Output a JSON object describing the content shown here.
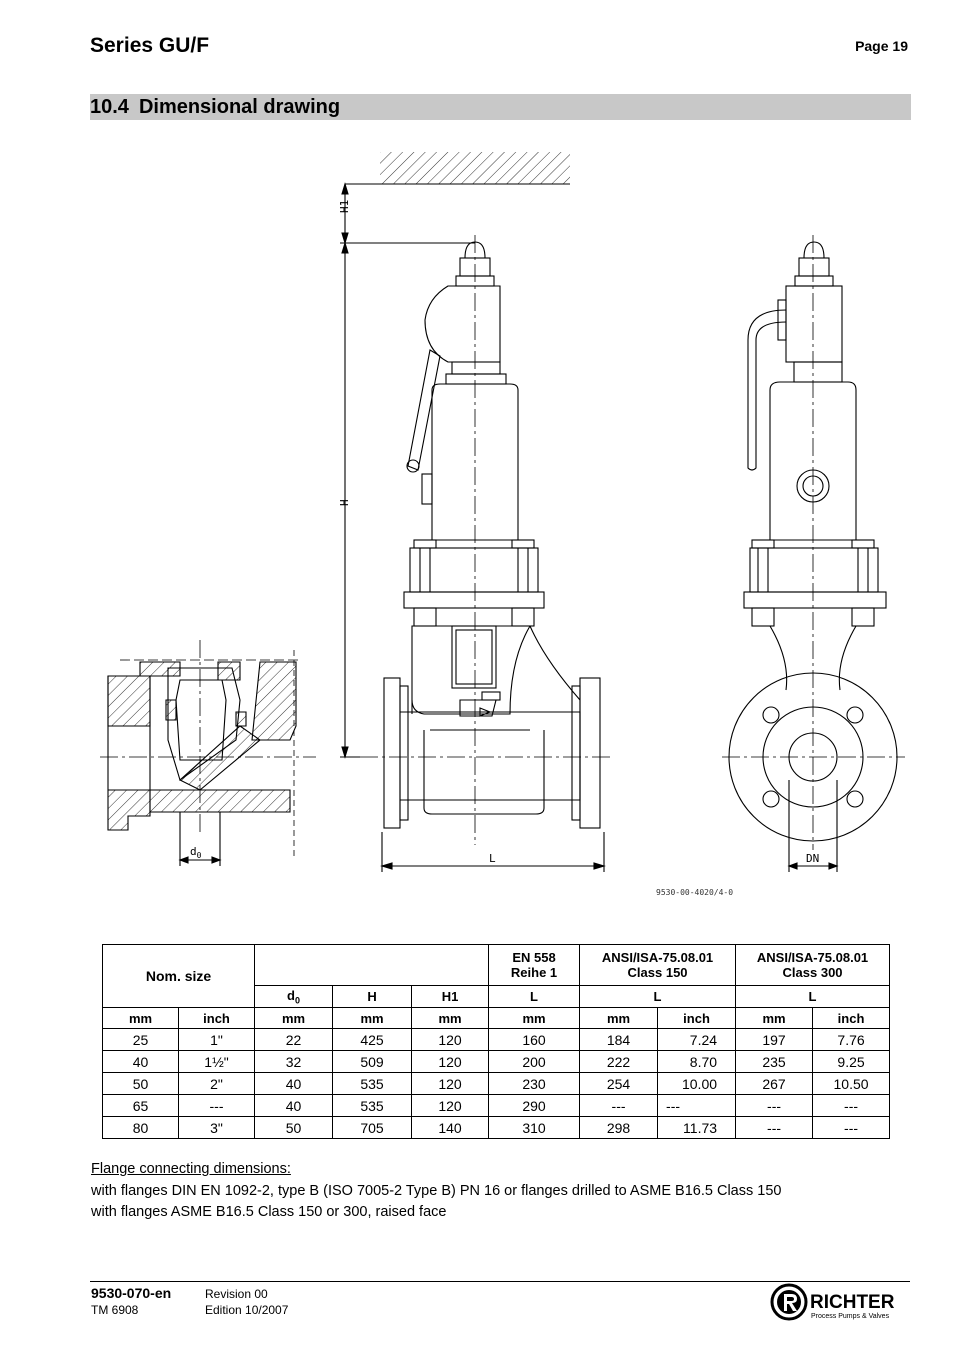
{
  "header": {
    "series": "Series GU/F",
    "page": "Page 19"
  },
  "section": {
    "number": "10.4",
    "title": "Dimensional drawing"
  },
  "drawing": {
    "labels": {
      "h1": "H1",
      "h": "H",
      "l": "L",
      "d0": "d",
      "d0_sub": "0",
      "dn": "DN"
    },
    "reference": "9530-00-4020/4-0"
  },
  "table": {
    "nom_size": "Nom. size",
    "en_title": "EN 558",
    "en_sub": "Reihe 1",
    "ansi150_title": "ANSI/ISA-75.08.01",
    "ansi150_sub": "Class 150",
    "ansi300_title": "ANSI/ISA-75.08.01",
    "ansi300_sub": "Class 300",
    "sym_d": "d",
    "sym_d_sub": "0",
    "sym_h": "H",
    "sym_h1": "H1",
    "sym_l": "L",
    "units": [
      "mm",
      "inch",
      "mm",
      "mm",
      "mm",
      "mm",
      "mm",
      "inch",
      "mm",
      "inch"
    ],
    "rows": [
      [
        "25",
        "1\"",
        "22",
        "425",
        "120",
        "160",
        "184",
        "7.24",
        "197",
        "7.76"
      ],
      [
        "40",
        "1½\"",
        "32",
        "509",
        "120",
        "200",
        "222",
        "8.70",
        "235",
        "9.25"
      ],
      [
        "50",
        "2\"",
        "40",
        "535",
        "120",
        "230",
        "254",
        "10.00",
        "267",
        "10.50"
      ],
      [
        "65",
        "---",
        "40",
        "535",
        "120",
        "290",
        "---",
        "---",
        "---",
        "---"
      ],
      [
        "80",
        "3\"",
        "50",
        "705",
        "140",
        "310",
        "298",
        "11.73",
        "---",
        "---"
      ]
    ]
  },
  "flange": {
    "title": "Flange connecting dimensions:",
    "line1": "with flanges DIN EN 1092-2, type B (ISO 7005-2 Type B) PN 16 or flanges drilled to ASME B16.5 Class 150",
    "line2": "with flanges ASME B16.5 Class 150 or 300, raised face"
  },
  "footer": {
    "doc_id": "9530-070-en",
    "tm": "TM 6908",
    "revision": "Revision 00",
    "edition": "Edition 10/2007"
  },
  "logo": {
    "name": "RICHTER",
    "tagline": "Process Pumps & Valves",
    "icon": "richter-r-logo-icon"
  }
}
